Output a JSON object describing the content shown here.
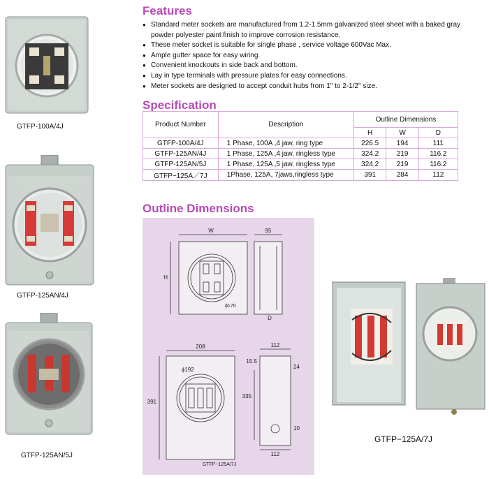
{
  "products": [
    {
      "caption": "GTFP-100A/4J"
    },
    {
      "caption": "GTFP-125AN/4J"
    },
    {
      "caption": "GTFP-125AN/5J"
    }
  ],
  "features": {
    "title": "Features",
    "items": [
      "Standard meter sockets are manufactured from 1.2-1.5mm galvanized steel sheet with a baked gray powder polyester paint finish to improve corrosion resistance.",
      "These meter socket is suitable for single phase , service voltage 600Vac Max.",
      "Ample gutter space for easy wiring.",
      "Convenient knockouts in side back and bottom.",
      "Lay in type terminals with pressure plates for easy connections.",
      "Meter sockets are designed to accept conduit hubs from 1\" to 2-1/2\" size."
    ]
  },
  "specification": {
    "title": "Specification",
    "headers": {
      "product": "Product Number",
      "description": "Description",
      "outline": "Outline Dimensions",
      "h": "H",
      "w": "W",
      "d": "D"
    },
    "rows": [
      {
        "product": "GTFP-100A/4J",
        "description": "1 Phase, 100A ,4 jaw, ring type",
        "h": "226.5",
        "w": "194",
        "d": "111"
      },
      {
        "product": "GTFP-125AN/4J",
        "description": "1 Phase, 125A ,4 jaw, ringless type",
        "h": "324.2",
        "w": "219",
        "d": "116.2"
      },
      {
        "product": "GTFP-125AN/5J",
        "description": "1 Phase, 125A ,5 jaw, ringless type",
        "h": "324.2",
        "w": "219",
        "d": "116.2"
      },
      {
        "product": "GTFP−125A／7J",
        "description": "1Phase,  125A, 7jaws,ringless type",
        "h": "391",
        "w": "284",
        "d": "112"
      }
    ]
  },
  "outline": {
    "title": "Outline Dimensions",
    "drawing1": {
      "w": "W",
      "depth": "95",
      "h": "H",
      "d": "D",
      "phi": "ϕ170"
    },
    "drawing2": {
      "width": "208",
      "height": "391",
      "phi": "ϕ192",
      "depth": "112",
      "d1": "15.5",
      "d2": "24",
      "d3": "335",
      "d4": "10",
      "bottom": "112",
      "label": "GTFP−125A/7J"
    },
    "photo_caption": "GTFP−125A/7J"
  }
}
